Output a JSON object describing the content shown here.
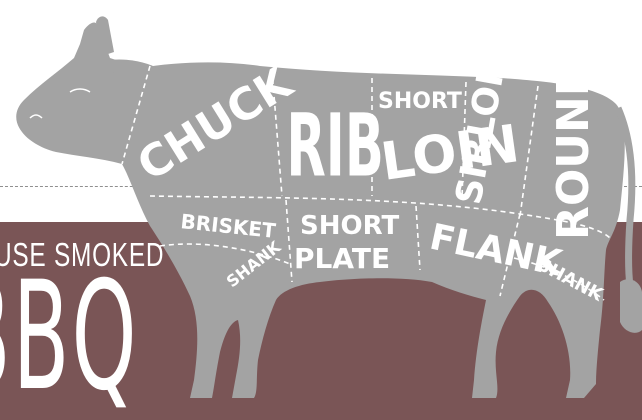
{
  "colors": {
    "background": "#ffffff",
    "band": "#7a5556",
    "cow": "#a3a3a3",
    "cut_label": "#ffffff",
    "band_text": "#ffffff"
  },
  "banner": {
    "tagline": "USE SMOKED",
    "title": "BBQ"
  },
  "cuts": {
    "chuck": "CHUCK",
    "rib": "RIB",
    "short_loin": [
      "SHORT",
      "LOIN"
    ],
    "sirloin": "SIRLOIN",
    "round": "ROUND",
    "brisket": "BRISKET",
    "shank_front": "SHANK",
    "short_plate": [
      "SHORT",
      "PLATE"
    ],
    "flank": "FLANK",
    "shank_rear": "SHANK"
  }
}
